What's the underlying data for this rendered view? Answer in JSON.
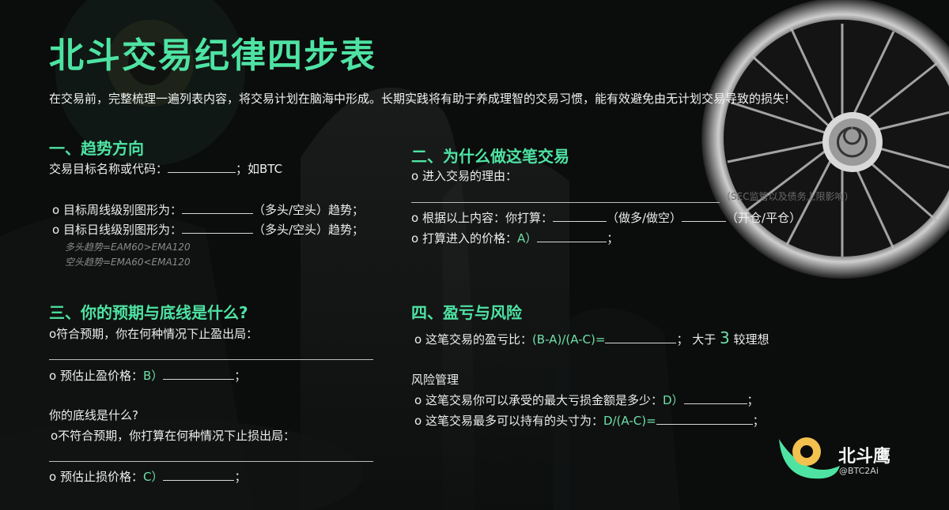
{
  "title": "北斗交易纪律四步表",
  "intro": "在交易前，完整梳理一遍列表内容，将交易计划在脑海中形成。长期实践将有助于养成理智的交易习惯，能有效避免由无计划交易导致的损失!",
  "s1": {
    "heading": "一、趋势方向",
    "l1a": "交易目标名称或代码：",
    "l1b": "；如BTC",
    "l2a": "o 目标周线级别图形为：",
    "l2b": "（多头/空头）趋势；",
    "l3a": "o 目标日线级别图形为：",
    "l3b": "（多头/空头）趋势；",
    "n1": "多头趋势=EAM60>EMA120",
    "n2": "空头趋势=EMA60<EMA120"
  },
  "s2": {
    "heading": "二、为什么做这笔交易",
    "l1": "o 进入交易的理由：",
    "faint": "（SEC监管以及债务上限影响）",
    "l2a": "o 根据以上内容：你打算：",
    "l2b": "（做多/做空）",
    "l2c": "（开仓/平仓）",
    "l3a": "o 打算进入的价格：",
    "l3g": "A）",
    "l3b": "；"
  },
  "s3": {
    "heading": "三、你的预期与底线是什么?",
    "l1": "o符合预期，你在何种情况下止盈出局：",
    "l2a": "o 预估止盈价格：",
    "l2g": "B）",
    "l2b": "；",
    "l3": "你的底线是什么?",
    "l4": "o不符合预期，你打算在何种情况下止损出局：",
    "l5a": "o 预估止损价格：",
    "l5g": "C）",
    "l5b": "；"
  },
  "s4": {
    "heading": "四、盈亏与风险",
    "l1a": "o 这笔交易的盈亏比：",
    "l1g": "(B-A)/(A-C)=",
    "l1b": "；  大于",
    "l1n": "3",
    "l1c": "较理想",
    "l2": "风险管理",
    "l3a": "o 这笔交易你可以承受的最大亏损金额是多少：",
    "l3g": "D）",
    "l3b": "；",
    "l4a": "o 这笔交易最多可以持有的头寸为：",
    "l4g": "D/(A-C)=",
    "l4b": "；"
  },
  "brand": {
    "name": "北斗鹰",
    "handle": "@BTC2Ai"
  },
  "colors": {
    "accent": "#4ee3a3",
    "background": "#0b0c0c"
  }
}
